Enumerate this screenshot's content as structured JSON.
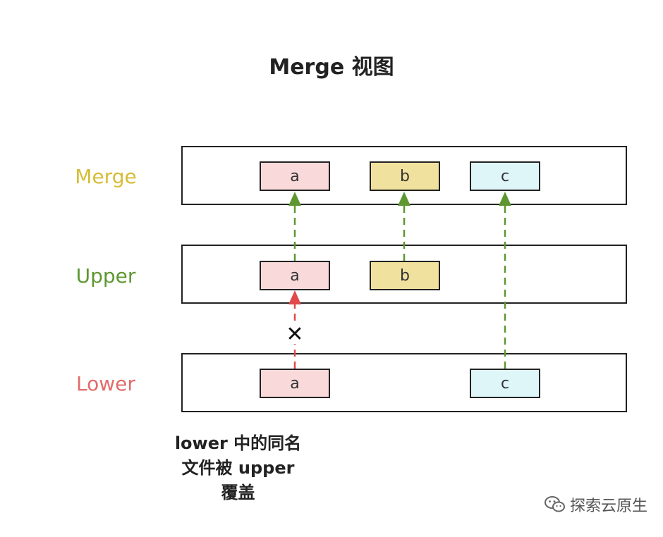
{
  "title": "Merge 视图",
  "layers": {
    "merge": {
      "label": "Merge",
      "color": "#d6bd36"
    },
    "upper": {
      "label": "Upper",
      "color": "#5e9731"
    },
    "lower": {
      "label": "Lower",
      "color": "#e36b6b"
    }
  },
  "files": {
    "merge": [
      "a",
      "b",
      "c"
    ],
    "upper": [
      "a",
      "b"
    ],
    "lower": [
      "a",
      "c"
    ]
  },
  "file_colors": {
    "a": "#f9d9d9",
    "b": "#f1e19f",
    "c": "#dff6f8"
  },
  "arrow_colors": {
    "visible": "#5e9731",
    "blocked": "#e04a4a"
  },
  "blocked_mark": "✕",
  "caption": [
    "lower 中的同名",
    "文件被 upper",
    "覆盖"
  ],
  "footer": {
    "brand": "探索云原生",
    "icon": "wechat-icon"
  }
}
